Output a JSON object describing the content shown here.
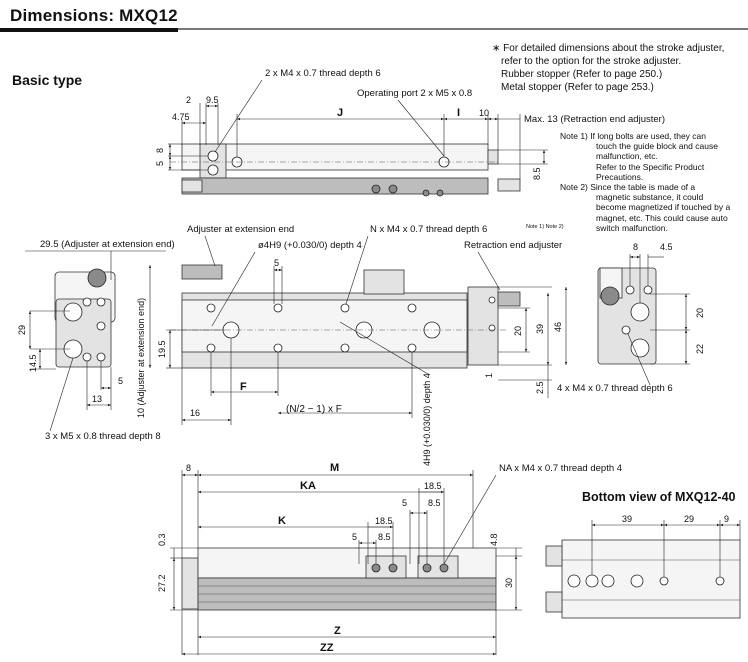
{
  "header": {
    "title": "Dimensions: MXQ12"
  },
  "sections": {
    "basic_type": "Basic type",
    "bottom_view": "Bottom view of MXQ12-40"
  },
  "notes_top": [
    "∗ For detailed dimensions about the stroke adjuster,",
    "refer to the option for the stroke adjuster.",
    "Rubber stopper (Refer to page 250.)",
    "Metal stopper (Refer to page 253.)"
  ],
  "notes_side": [
    "Note 1) If long bolts are used, they can",
    "touch the guide block and cause",
    "malfunction, etc.",
    "Refer to the Specific Product",
    "Precautions.",
    "Note 2) Since the table is made of a",
    "magnetic substance, it could",
    "become magnetized if touched by a",
    "magnet, etc. This could cause auto",
    "switch malfunction."
  ],
  "callouts": {
    "thread_top": "2 x M4 x 0.7 thread depth 6",
    "operating_port": "Operating port 2 x M5 x 0.8",
    "max13": "Max. 13 (Retraction end adjuster)",
    "adj_ext_end": "Adjuster at extension end",
    "adj_ext_295": "29.5 (Adjuster at extension end)",
    "phi4": "ø4H9 (+0.030/0) depth 4",
    "n_thread": "N x M4 x 0.7 thread depth 6",
    "n_notes": "Note 1) Note 2)",
    "retraction_adj": "Retraction end adjuster",
    "m5_thread": "3 x M5 x 0.8 thread depth 8",
    "ext_10": "10 (Adjuster at extension end)",
    "h4_depth": "4H9 (+0.030/0) depth 4",
    "m4_side": "4 x M4 x 0.7 thread depth 6",
    "na_thread": "NA x M4 x 0.7 thread depth 4",
    "n2f": "(N/2 − 1) x F"
  },
  "dims": {
    "top": [
      "2",
      "9.5",
      "4.75",
      "J",
      "I",
      "10",
      "8",
      "5",
      "8.5"
    ],
    "front": [
      "5",
      "F",
      "16",
      "19.5",
      "20",
      "39",
      "46",
      "1",
      "2.5"
    ],
    "left": [
      "29",
      "14.5",
      "5",
      "13"
    ],
    "right": [
      "8",
      "4.5",
      "20",
      "22"
    ],
    "bottom": [
      "8",
      "M",
      "KA",
      "18.5",
      "5",
      "8.5",
      "K",
      "18.5",
      "5",
      "8.5",
      "0.3",
      "27.2",
      "4.8",
      "30",
      "Z",
      "ZZ"
    ],
    "bview": [
      "39",
      "29",
      "9"
    ]
  }
}
